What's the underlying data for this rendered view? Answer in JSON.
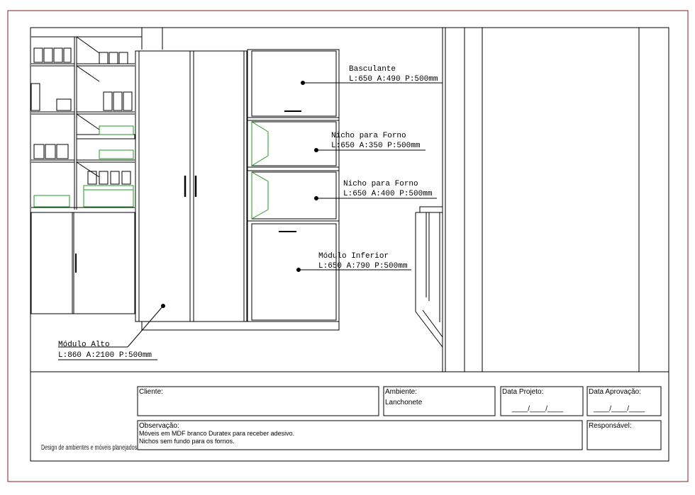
{
  "labels": {
    "basculante": {
      "name": "Basculante",
      "dims": "L:650 A:490 P:500mm"
    },
    "nicho_forno_1": {
      "name": "Nicho para Forno",
      "dims": "L:650 A:350 P:500mm"
    },
    "nicho_forno_2": {
      "name": "Nicho para Forno",
      "dims": "L:650 A:400 P:500mm"
    },
    "modulo_inferior": {
      "name": "Módulo Inferior",
      "dims": "L:650 A:790 P:500mm"
    },
    "modulo_alto": {
      "name": "Módulo Alto",
      "dims": "L:860 A:2100 P:500mm"
    }
  },
  "title_block": {
    "cliente_label": "Cliente:",
    "ambiente_label": "Ambiente:",
    "ambiente_value": "Lanchonete",
    "data_projeto_label": "Data Projeto:",
    "data_projeto_value": "____/____/____",
    "data_aprovacao_label": "Data Aprovação:",
    "data_aprovacao_value": "____/____/____",
    "observacao_label": "Observação:",
    "observacao_lines": [
      "Móveis em MDF branco Duratex para receber adesivo.",
      "Nichos  sem fundo para os fornos."
    ],
    "responsavel_label": "Responsável:",
    "tagline": "Design de ambientes e móveis planejados"
  },
  "colors": {
    "sheet_border": "#8b1a1a",
    "line": "#000000",
    "green_accent": "#1f9a1f"
  }
}
